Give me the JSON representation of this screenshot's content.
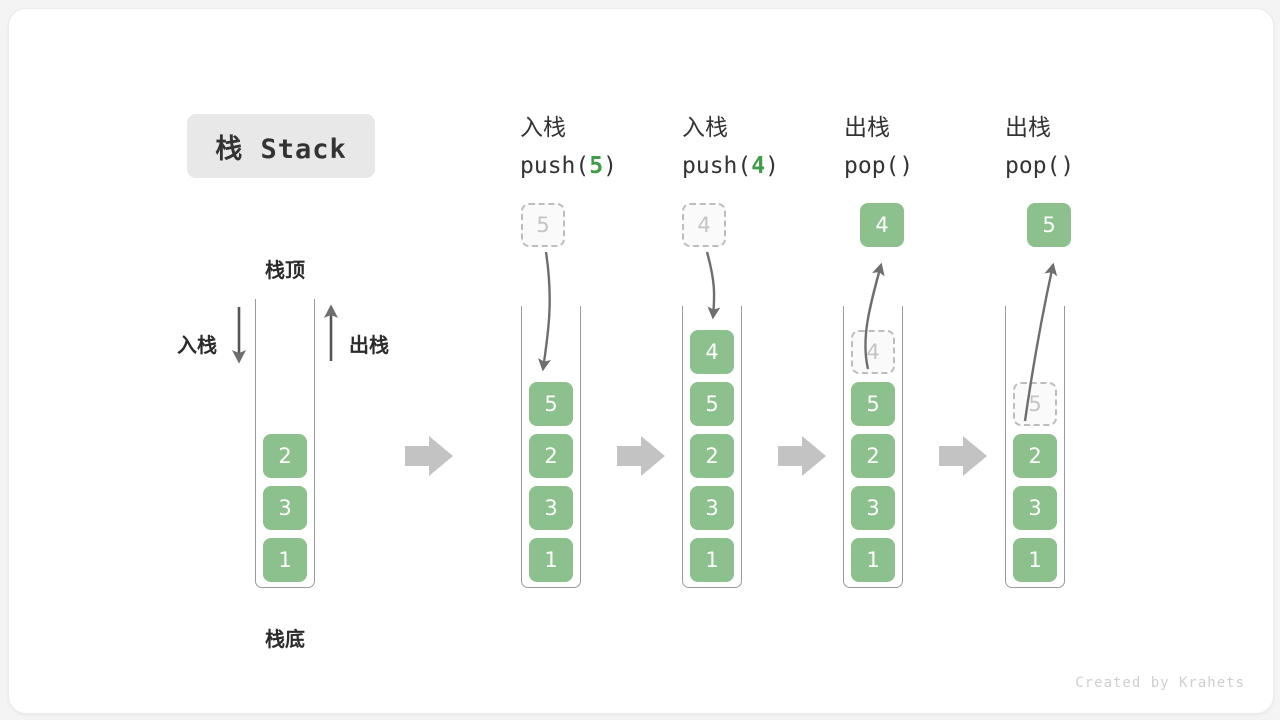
{
  "diagram": {
    "title": "栈 Stack",
    "credit": "Created by Krahets",
    "colors": {
      "element": "#8cc08c",
      "ghost_text": "#c4c4c4",
      "accent_code": "#3f9c47",
      "arrow": "#6e6e6e",
      "flow_arrow": "#c3c3c3",
      "chip_bg": "#e8e8e8"
    },
    "legend": {
      "top_label": "栈顶",
      "bottom_label": "栈底",
      "push_label": "入栈",
      "pop_label": "出栈"
    },
    "steps": [
      {
        "id": "initial",
        "caption_cn": "",
        "caption_code": "",
        "caption_arg": "",
        "stack": [
          "2",
          "3",
          "1"
        ],
        "incoming": null,
        "ghost_in_stack": null,
        "popped": null
      },
      {
        "id": "push-5",
        "caption_cn": "入栈",
        "caption_code_prefix": "push(",
        "caption_arg": "5",
        "caption_code_suffix": ")",
        "stack": [
          "5",
          "2",
          "3",
          "1"
        ],
        "incoming": "5",
        "ghost_in_stack": null,
        "popped": null
      },
      {
        "id": "push-4",
        "caption_cn": "入栈",
        "caption_code_prefix": "push(",
        "caption_arg": "4",
        "caption_code_suffix": ")",
        "stack": [
          "4",
          "5",
          "2",
          "3",
          "1"
        ],
        "incoming": "4",
        "ghost_in_stack": null,
        "popped": null
      },
      {
        "id": "pop-4",
        "caption_cn": "出栈",
        "caption_code_prefix": "pop(",
        "caption_arg": "",
        "caption_code_suffix": ")",
        "stack": [
          "5",
          "2",
          "3",
          "1"
        ],
        "incoming": null,
        "ghost_in_stack": "4",
        "popped": "4"
      },
      {
        "id": "pop-5",
        "caption_cn": "出栈",
        "caption_code_prefix": "pop(",
        "caption_arg": "",
        "caption_code_suffix": ")",
        "stack": [
          "2",
          "3",
          "1"
        ],
        "incoming": null,
        "ghost_in_stack": "5",
        "popped": "5"
      }
    ],
    "flow_arrows": 4
  }
}
